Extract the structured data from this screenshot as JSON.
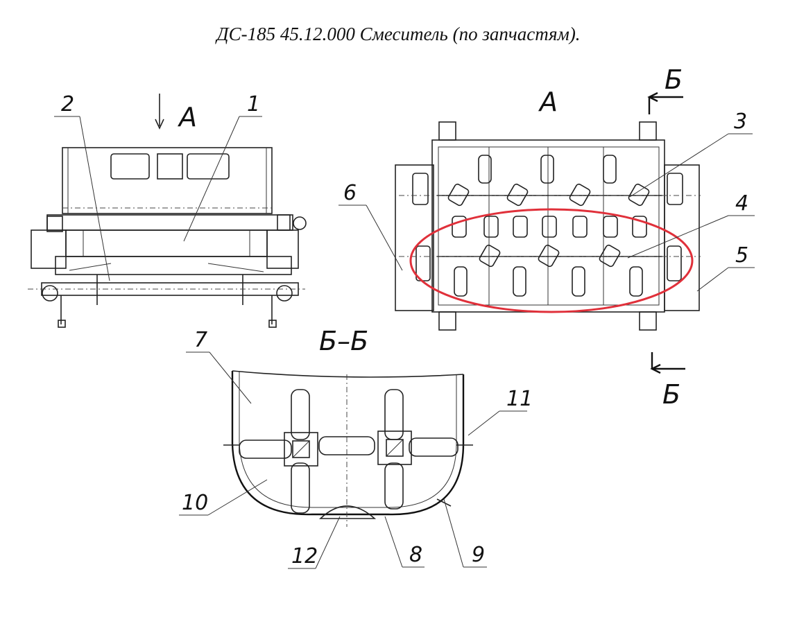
{
  "title": "ДС-185 45.12.000 Смеситель (по запчастям).",
  "views": {
    "front": "А",
    "top": "А",
    "section": "Б–Б",
    "section_mark_top": "Б",
    "section_mark_bottom": "Б"
  },
  "callouts": [
    "1",
    "2",
    "3",
    "4",
    "5",
    "6",
    "7",
    "8",
    "9",
    "10",
    "11",
    "12"
  ],
  "highlight_color": "#e0303a"
}
